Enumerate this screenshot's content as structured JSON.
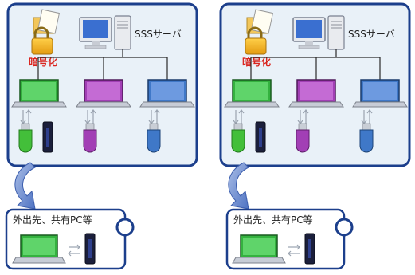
{
  "panels": [
    {
      "server_label": "SSSサーバ",
      "encrypt_label": "暗号化",
      "laptops": [
        {
          "color": "#34b23f",
          "name": "green-laptop"
        },
        {
          "color": "#a23fb5",
          "name": "purple-laptop"
        },
        {
          "color": "#3f78c8",
          "name": "blue-laptop"
        }
      ],
      "remote": {
        "title": "外出先、共有PC等"
      }
    },
    {
      "server_label": "SSSサーバ",
      "encrypt_label": "暗号化",
      "laptops": [
        {
          "color": "#34b23f",
          "name": "green-laptop"
        },
        {
          "color": "#a23fb5",
          "name": "purple-laptop"
        },
        {
          "color": "#3f78c8",
          "name": "blue-laptop"
        }
      ],
      "remote": {
        "title": "外出先、共有PC等"
      }
    }
  ],
  "colors": {
    "frame": "#1c3f8c",
    "panel_fill": "#e9f1f8",
    "encrypt_text": "#d9231d",
    "arrow_fill": "#6f8fd0"
  }
}
